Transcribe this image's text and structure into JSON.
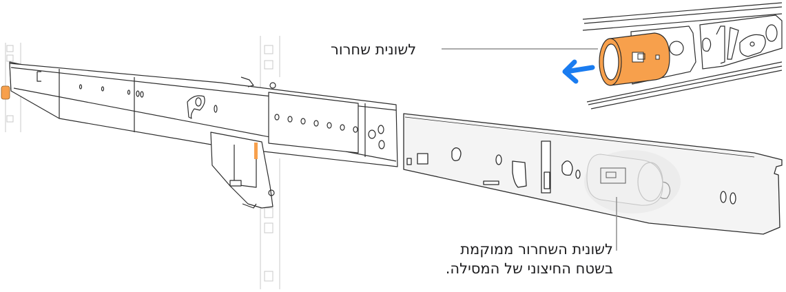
{
  "labels": {
    "release_tab": "לשונית שחרור",
    "recessed_tab_line1": "לשונית השחרור ממוקמת",
    "recessed_tab_line2": "בשטח החיצוני של המסילה."
  },
  "colors": {
    "release_tab_orange": "#f7a04c",
    "arrow_blue": "#1a7cf0",
    "line_art": "#2b2b2b",
    "rack_gray": "#c8c8c8",
    "callout_line": "#8e8e8e",
    "rail_fill": "#f4f4f4"
  },
  "icons": {
    "direction_arrow": "arrow-left-icon"
  }
}
